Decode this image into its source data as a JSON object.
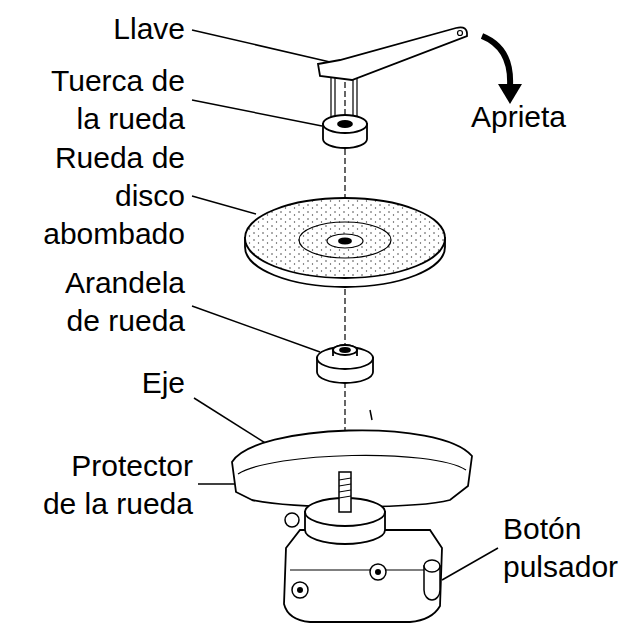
{
  "diagram": {
    "labels": [
      "Llave",
      "Tuerca de la rueda",
      "Rueda de disco abombado",
      "Arandela de rueda",
      "Eje",
      "Protector de la rueda",
      "Aprieta",
      "Botón pulsador"
    ]
  }
}
